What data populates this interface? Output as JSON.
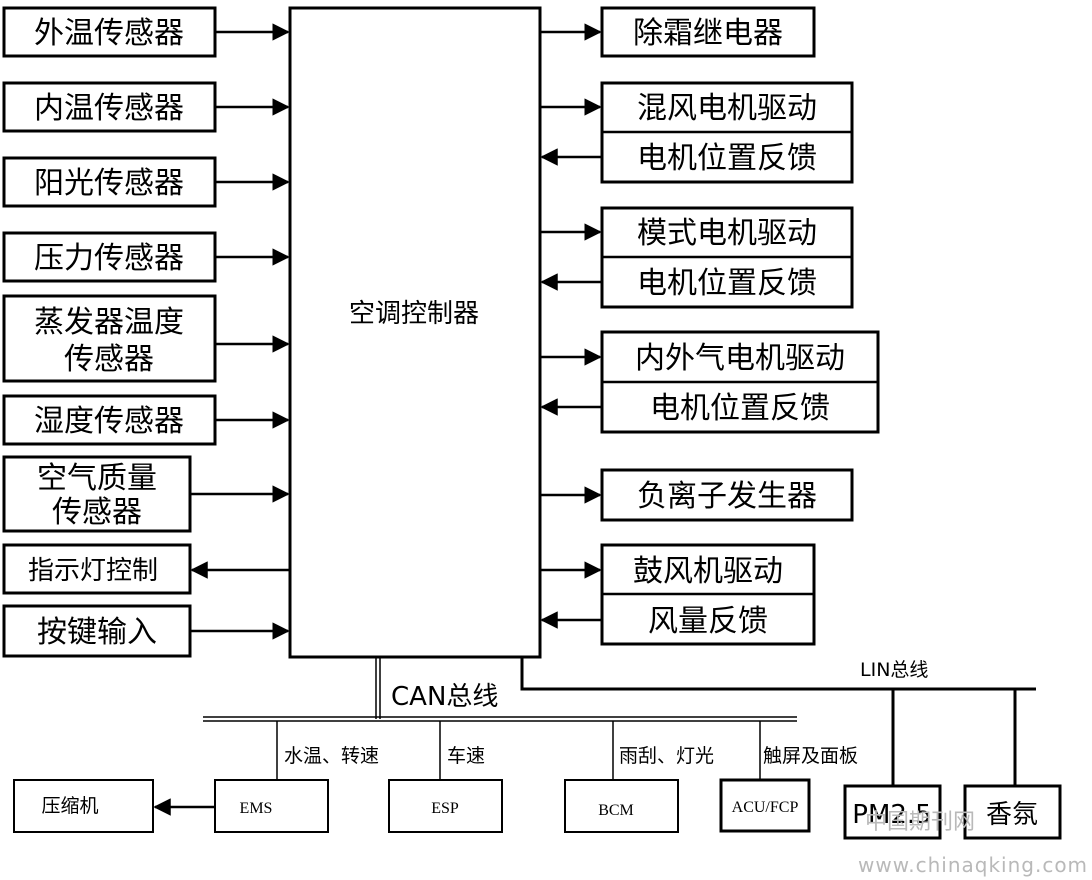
{
  "controller": {
    "label": "空调控制器"
  },
  "inputs": [
    {
      "lines": [
        "外温传感器"
      ]
    },
    {
      "lines": [
        "内温传感器"
      ]
    },
    {
      "lines": [
        "阳光传感器"
      ]
    },
    {
      "lines": [
        "压力传感器"
      ]
    },
    {
      "lines": [
        "蒸发器温度",
        "传感器"
      ]
    },
    {
      "lines": [
        "湿度传感器"
      ]
    },
    {
      "lines": [
        "空气质量",
        "传感器"
      ]
    },
    {
      "lines": [
        "指示灯控制"
      ]
    },
    {
      "lines": [
        "按键输入"
      ]
    }
  ],
  "outputs": [
    {
      "label": "除霜继电器"
    },
    {
      "label": "混风电机驱动"
    },
    {
      "label": "电机位置反馈"
    },
    {
      "label": "模式电机驱动"
    },
    {
      "label": "电机位置反馈"
    },
    {
      "label": "内外气电机驱动"
    },
    {
      "label": "电机位置反馈"
    },
    {
      "label": "负离子发生器"
    },
    {
      "label": "鼓风机驱动"
    },
    {
      "label": "风量反馈"
    }
  ],
  "can_bus": {
    "label": "CAN总线",
    "signals": [
      "水温、转速",
      "车速",
      "雨刮、灯光",
      "触屏及面板"
    ],
    "nodes": [
      "EMS",
      "ESP",
      "BCM",
      "ACU/FCP"
    ],
    "compressor": "压缩机"
  },
  "lin_bus": {
    "label": "LIN总线",
    "nodes": [
      "PM2.5",
      "香氛"
    ]
  },
  "watermark": {
    "cn": "中国期刊网",
    "url": "www.chinaqking.com"
  }
}
